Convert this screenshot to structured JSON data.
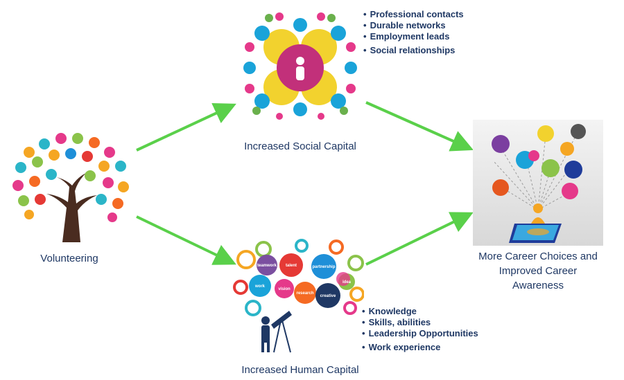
{
  "nodes": {
    "volunteering": {
      "label": "Volunteering"
    },
    "social_capital": {
      "label": "Increased Social Capital",
      "bullets": [
        "Professional contacts",
        "Durable networks",
        "Employment leads",
        "Social relationships"
      ]
    },
    "human_capital": {
      "label": "Increased Human Capital",
      "bullets": [
        "Knowledge",
        "Skills, abilities",
        "Leadership Opportunities",
        "Work experience"
      ],
      "gear_words": [
        "teamwork",
        "talent",
        "partnership",
        "work",
        "vision",
        "research",
        "creative",
        "idea"
      ]
    },
    "career": {
      "label_lines": [
        "More Career Choices and",
        "Improved Career",
        "Awareness"
      ]
    }
  },
  "colors": {
    "arrow": "#5ad04a",
    "text": "#1f3864"
  },
  "icons": {
    "volunteering": "tree-of-hands-icon",
    "social_capital": "people-network-icon",
    "human_capital": "gears-telescope-icon",
    "career": "social-media-tablet-icon"
  }
}
